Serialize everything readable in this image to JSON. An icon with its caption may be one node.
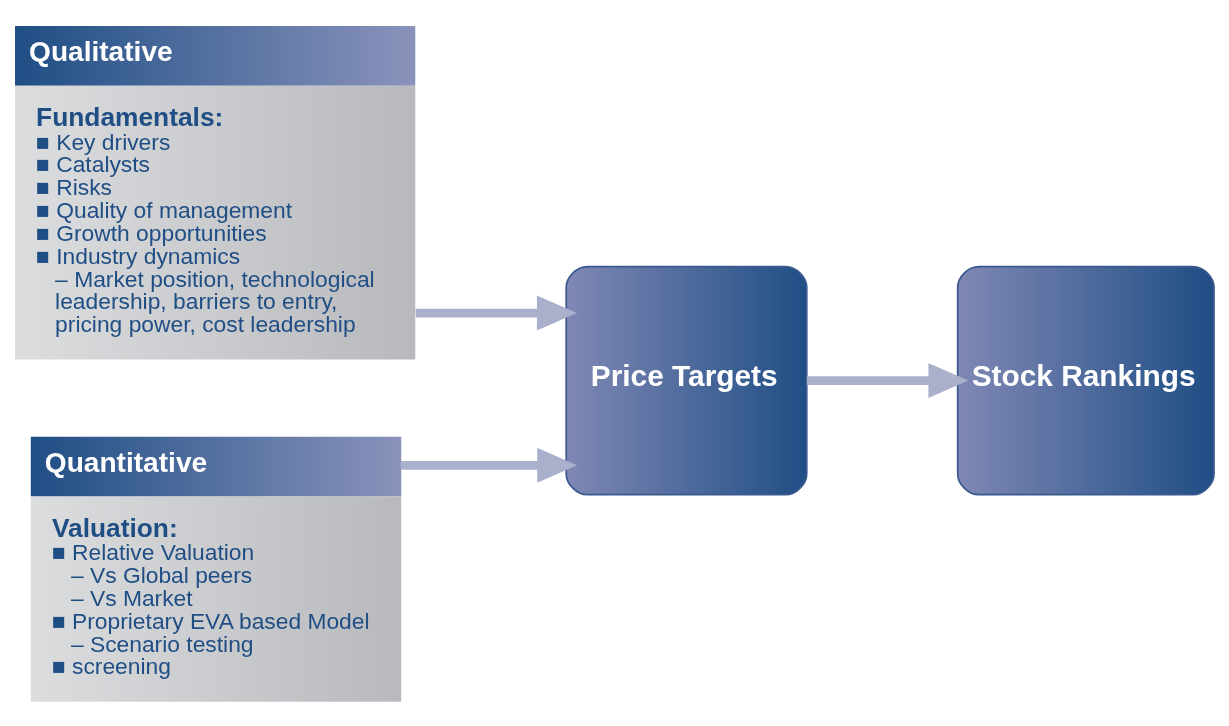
{
  "diagram": {
    "nodes": [
      {
        "text": [
          "Qualitative",
          "Fundamentals:",
          "■ Key drivers",
          "■ Catalysts",
          "■ Risks",
          "■ Quality of management",
          "■ Growth opportunities",
          "■ Industry dynamics",
          "– Market position, technological leadership, barriers to entry, pricing power, cost leadership"
        ]
      },
      {
        "text": [
          "Quantitative",
          "Valuation:",
          "■ Relative Valuation",
          "– Vs Global peers",
          "– Vs Market",
          "■ Proprietary EVA based Model",
          "– Scenario testing",
          "■ screening"
        ]
      },
      {
        "text": [
          "Price Targets"
        ]
      },
      {
        "text": [
          "Stock Rankings"
        ]
      }
    ],
    "edges": [
      {
        "from": 0,
        "to": 2,
        "arrow": "to"
      },
      {
        "from": 1,
        "to": 2,
        "arrow": "to"
      },
      {
        "from": 2,
        "to": 3,
        "arrow": "to"
      }
    ]
  }
}
